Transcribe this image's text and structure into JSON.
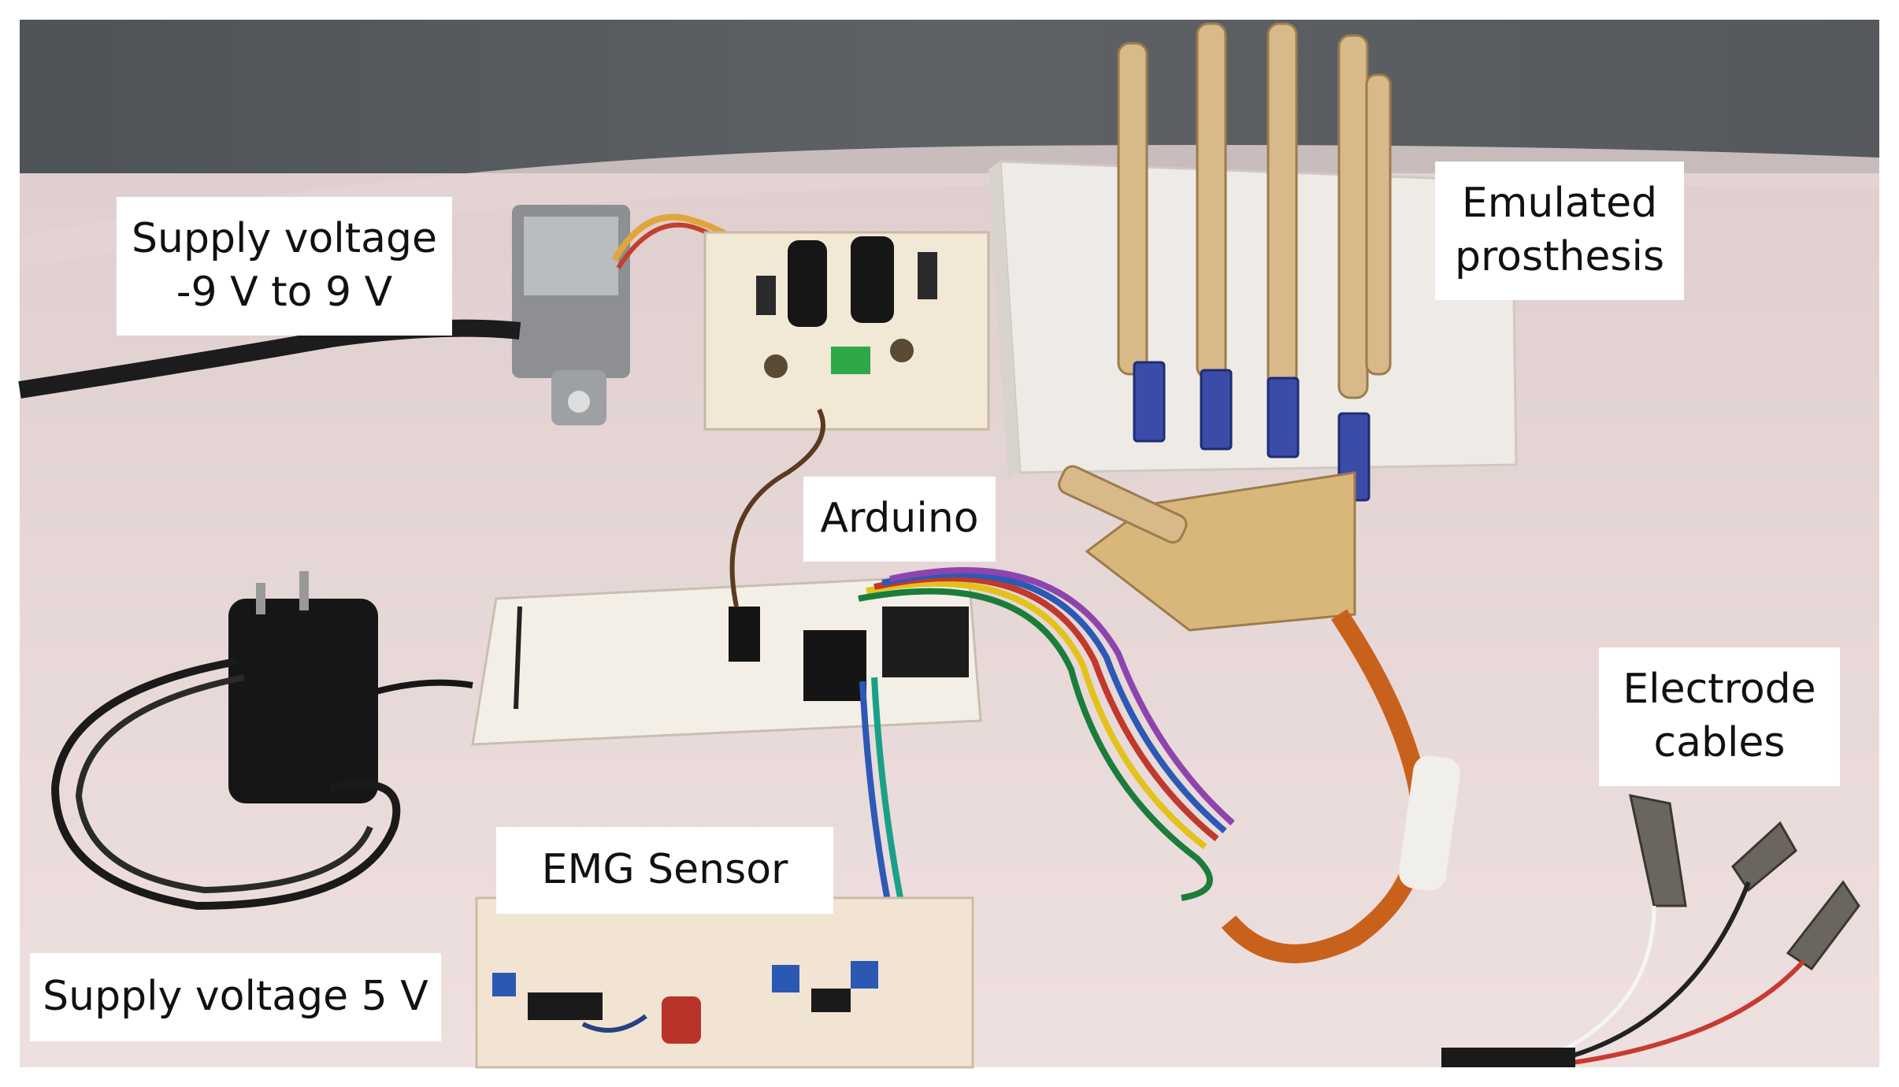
{
  "labels": {
    "supply_ac": [
      "Supply voltage",
      "-9 V to 9 V"
    ],
    "prosthesis": [
      "Emulated",
      "prosthesis"
    ],
    "arduino": [
      "Arduino"
    ],
    "electrodes": [
      "Electrode",
      "cables"
    ],
    "emg": [
      "EMG Sensor"
    ],
    "supply_dc": [
      "Supply voltage 5 V"
    ]
  },
  "colors": {
    "table": "#ead8d8",
    "backdrop": "#565a5e",
    "wood": "#d7b98a",
    "label_bg": "#ffffff"
  }
}
